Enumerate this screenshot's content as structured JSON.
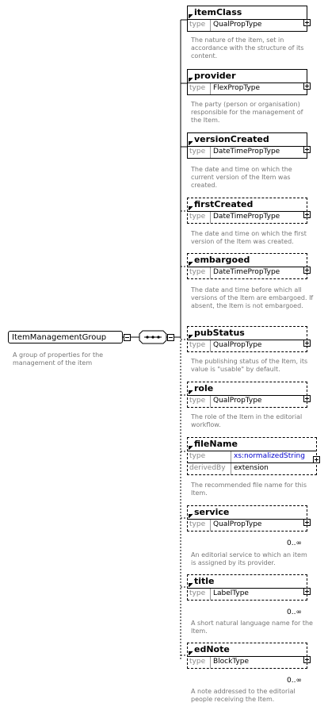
{
  "group": {
    "name": "ItemManagementGroup",
    "description": "A group of properties for the management of the item"
  },
  "elements": [
    {
      "name": "itemClass",
      "type_label": "type",
      "type": "QualPropType",
      "description": "The nature of the item, set in accordance with the structure of its content.",
      "optional": false
    },
    {
      "name": "provider",
      "type_label": "type",
      "type": "FlexPropType",
      "description": "The party (person or organisation) responsible for the management of the Item.",
      "optional": false
    },
    {
      "name": "versionCreated",
      "type_label": "type",
      "type": "DateTimePropType",
      "description": "The date and time on which the current version of the Item was created.",
      "optional": false
    },
    {
      "name": "firstCreated",
      "type_label": "type",
      "type": "DateTimePropType",
      "description": "The date and time on which the first version of the Item was created.",
      "optional": true
    },
    {
      "name": "embargoed",
      "type_label": "type",
      "type": "DateTimePropType",
      "description": "The date and time before which all versions of the Item are embargoed. If absent, the Item is not embargoed.",
      "optional": true
    },
    {
      "name": "pubStatus",
      "type_label": "type",
      "type": "QualPropType",
      "description": "The publishing status of the Item, its value is \"usable\" by default.",
      "optional": true
    },
    {
      "name": "role",
      "type_label": "type",
      "type": "QualPropType",
      "description": "The role of the Item in the editorial workflow.",
      "optional": true
    },
    {
      "name": "fileName",
      "type_label": "type",
      "type": "xs:normalizedString",
      "derived_label": "derivedBy",
      "derived": "extension",
      "description": "The recommended file name for this Item.",
      "optional": true
    },
    {
      "name": "service",
      "type_label": "type",
      "type": "QualPropType",
      "cardinality": "0..∞",
      "description": "An editorial service to which an item is assigned by its provider.",
      "optional": true
    },
    {
      "name": "title",
      "type_label": "type",
      "type": "LabelType",
      "cardinality": "0..∞",
      "description": "A short natural language name for the Item.",
      "optional": true
    },
    {
      "name": "edNote",
      "type_label": "type",
      "type": "BlockType",
      "cardinality": "0..∞",
      "description": "A note addressed to the editorial people receiving the Item.",
      "optional": true
    }
  ]
}
